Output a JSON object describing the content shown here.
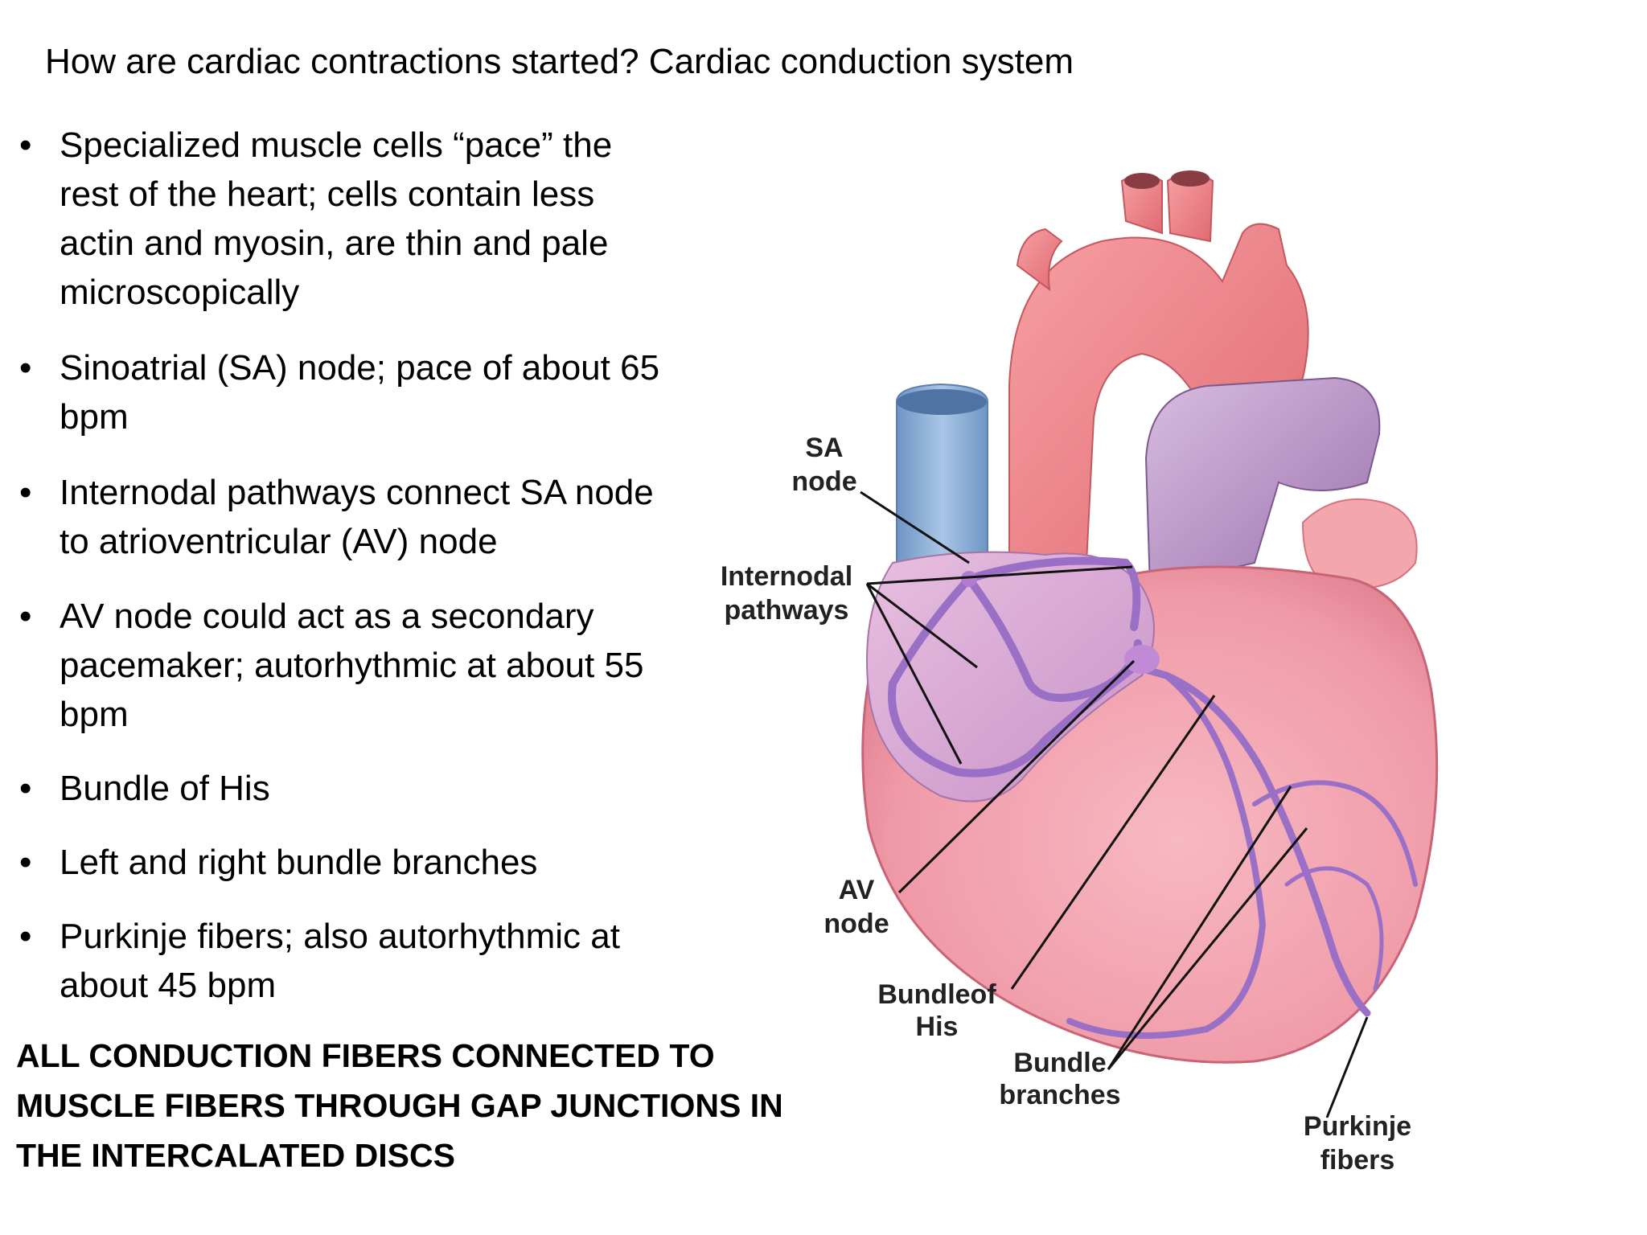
{
  "slide": {
    "title": "How are cardiac contractions started? Cardiac conduction system",
    "bullets": [
      "Specialized muscle cells “pace” the rest of the heart; cells contain less actin and myosin, are thin and pale microscopically",
      "Sinoatrial (SA) node; pace of about 65 bpm",
      "Internodal pathways connect SA node to atrioventricular (AV) node",
      "AV node could act as a secondary pacemaker; autorhythmic at about 55 bpm",
      "Bundle of His",
      "Left and right bundle branches",
      "Purkinje fibers; also autorhythmic at about 45 bpm"
    ],
    "footer_note": "ALL CONDUCTION FIBERS CONNECTED TO MUSCLE FIBERS THROUGH GAP JUNCTIONS IN THE INTERCALATED DISCS"
  },
  "diagram": {
    "labels": {
      "sa_node": [
        "SA",
        "node"
      ],
      "internodal": [
        "Internodal",
        "pathways"
      ],
      "av_node": [
        "AV",
        "node"
      ],
      "bundle_of_his": [
        "Bundleof",
        "His"
      ],
      "bundle_branches": [
        "Bundle",
        "branches"
      ],
      "purkinje": [
        "Purkinje",
        "fibers"
      ]
    },
    "colors": {
      "myocardium": "#f0a0ad",
      "aorta": "#ee7f86",
      "vena_cava": "#8fb3d9",
      "pulmonary_trunk": "#b48fc0",
      "conduction_pathway": "#9a6fc6",
      "leader_line": "#111111"
    }
  }
}
